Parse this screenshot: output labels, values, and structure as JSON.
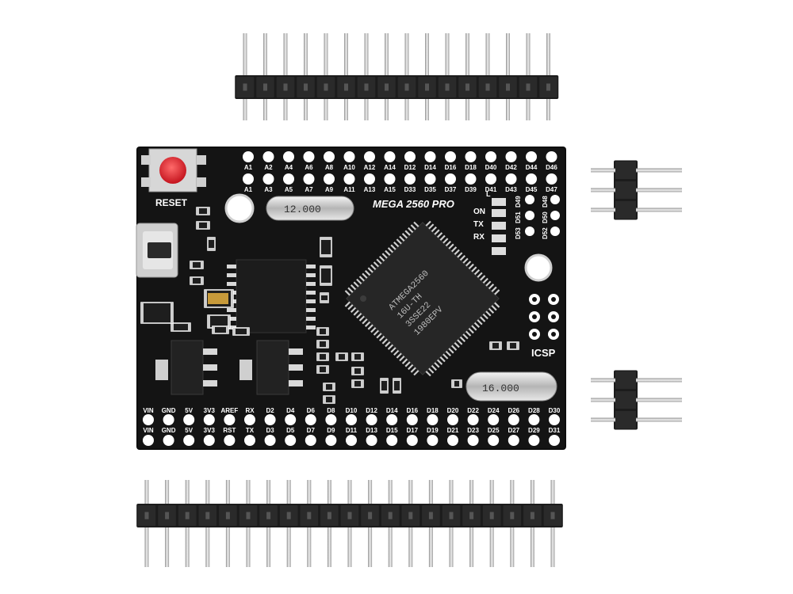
{
  "board": {
    "name": "MEGA 2560 PRO",
    "reset_label": "RESET",
    "icsp_label": "ICSP",
    "mcu_lines": [
      "ATMEGA2560",
      "16U-TH",
      "3SSE22",
      "1980EPV"
    ],
    "crystal_small": "12.000",
    "crystal_large": "16.000",
    "led_labels": [
      "L",
      "ON",
      "TX",
      "RX"
    ],
    "top_row_outer": [
      "A1",
      "A2",
      "A4",
      "A6",
      "A8",
      "A10",
      "A12",
      "A14",
      "D12",
      "D14",
      "D16",
      "D18",
      "D40",
      "D42",
      "D44",
      "D46"
    ],
    "top_row_inner": [
      "A1",
      "A3",
      "A5",
      "A7",
      "A9",
      "A11",
      "A13",
      "A15",
      "D33",
      "D35",
      "D37",
      "D39",
      "D41",
      "D43",
      "D45",
      "D47"
    ],
    "right_col_labels": [
      "D49",
      "D51",
      "D53",
      "D48",
      "D50",
      "D52"
    ],
    "bottom_row_inner": [
      "VIN",
      "GND",
      "5V",
      "3V3",
      "AREF",
      "RX",
      "D2",
      "D4",
      "D6",
      "D8",
      "D10",
      "D12",
      "D14",
      "D16",
      "D18",
      "D20",
      "D22",
      "D24",
      "D26",
      "D28",
      "D30"
    ],
    "bottom_row_outer": [
      "VIN",
      "GND",
      "5V",
      "3V3",
      "RST",
      "TX",
      "D3",
      "D5",
      "D7",
      "D9",
      "D11",
      "D13",
      "D15",
      "D17",
      "D19",
      "D21",
      "D23",
      "D25",
      "D27",
      "D29",
      "D31"
    ]
  },
  "headers": {
    "top_pins": 16,
    "bottom_pins": 21,
    "small_pins": 3
  },
  "colors": {
    "pcb": "#111111",
    "silkscreen": "#ffffff",
    "pin_metal": "#c8c8c8",
    "plastic": "#1a1a1a",
    "reset_button": "#e0303a"
  }
}
